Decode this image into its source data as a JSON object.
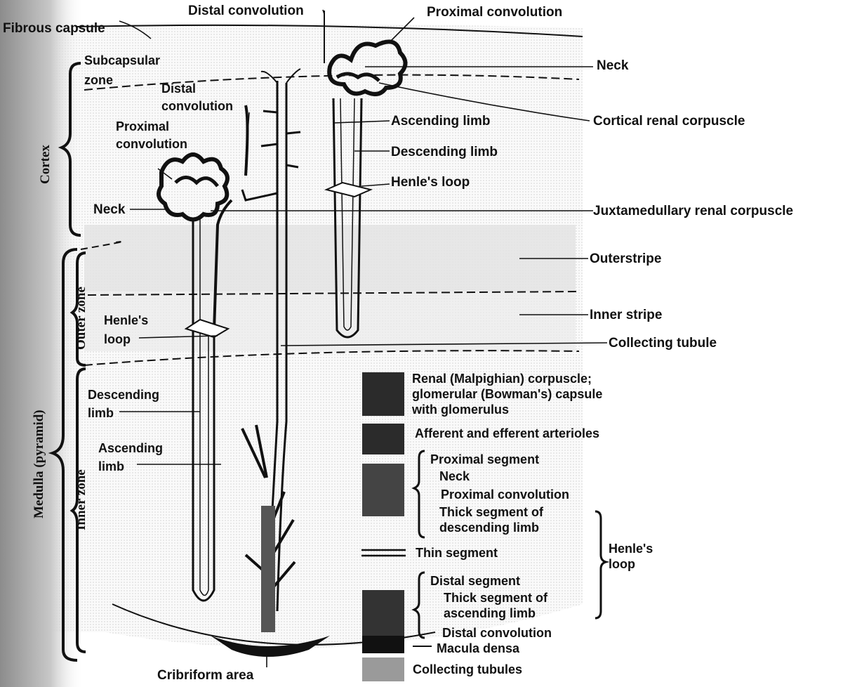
{
  "labels": {
    "distal_convolution_top": "Distal convolution",
    "proximal_convolution_top": "Proximal convolution",
    "fibrous_capsule": "Fibrous capsule",
    "subcapsular_zone": "Subcapsular zone",
    "neck_right": "Neck",
    "distal_convolution_left": "Distal convolution",
    "proximal_convolution_left": "Proximal convolution",
    "cortical_renal_corpuscle": "Cortical renal corpuscle",
    "ascending_limb_top": "Ascending limb",
    "descending_limb_top": "Descending limb",
    "henles_loop_top": "Henle's loop",
    "neck_left": "Neck",
    "juxtamedullary_renal_corpuscle": "Juxtamedullary renal corpuscle",
    "outer_stripe": "Outerstripe",
    "inner_stripe": "Inner stripe",
    "collecting_tubule": "Collecting tubule",
    "henles_loop_left": "Henle's loop",
    "descending_limb_left": "Descending limb",
    "ascending_limb_left": "Ascending limb",
    "cribriform_area": "Cribriform area",
    "cortex": "Cortex",
    "outer_zone": "Outer zone",
    "inner_zone": "Inner zone",
    "medulla": "Medulla (pyramid)"
  },
  "legend": {
    "renal_corpuscle": [
      "Renal (Malpighian) corpuscle;",
      "glomerular (Bowman's) capsule",
      "with glomerulus"
    ],
    "arterioles": "Afferent and efferent arterioles",
    "proximal_segment": "Proximal segment",
    "neck": "Neck",
    "proximal_convolution": "Proximal convolution",
    "thick_descending": [
      "Thick segment of",
      "descending limb"
    ],
    "thin_segment": "Thin segment",
    "henles_loop": [
      "Henle's",
      "loop"
    ],
    "distal_segment": "Distal segment",
    "thick_ascending": [
      "Thick segment of",
      "ascending limb"
    ],
    "distal_convolution": "Distal convolution",
    "macula_densa": "Macula densa",
    "collecting_tubules": "Collecting tubules"
  },
  "colors": {
    "medulla_band": "#e2e2e2",
    "stroke": "#111111",
    "swatch_dark": "#2b2b2b",
    "swatch_mid": "#444444",
    "swatch_black": "#111111",
    "swatch_collecting": "#9a9a9a"
  }
}
